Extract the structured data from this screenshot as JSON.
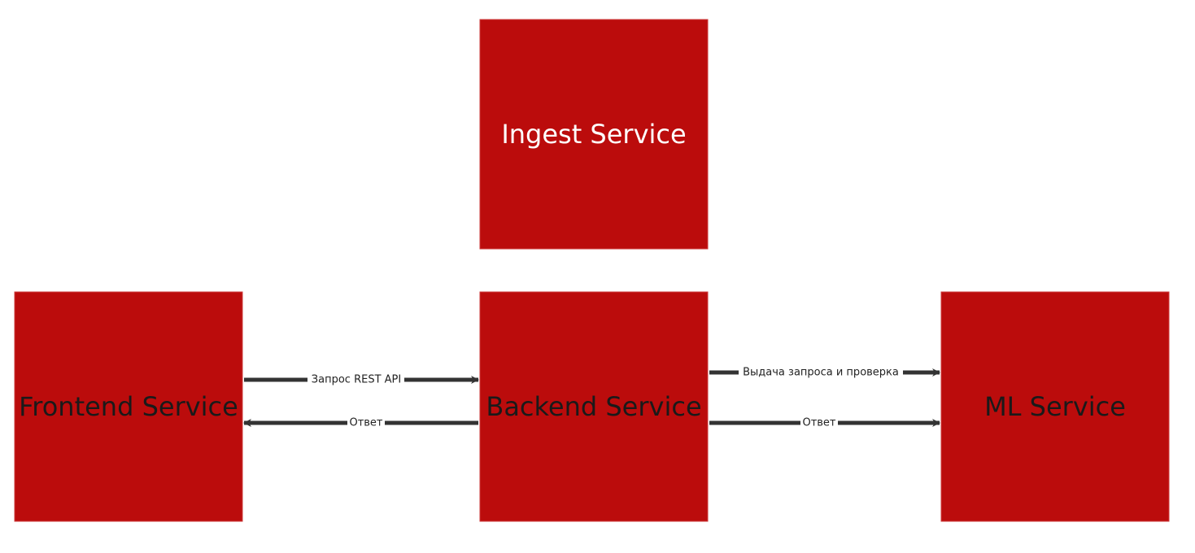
{
  "colors": {
    "node_fill": "#bb0c0c",
    "node_stroke": "#cc3a3a",
    "edge": "#333333",
    "label_dark": "#1a1a1a",
    "label_light": "#ffffff",
    "background": "#ffffff"
  },
  "nodes": {
    "ingest": {
      "label": "Ingest Service",
      "text_color": "light"
    },
    "frontend": {
      "label": "Frontend Service",
      "text_color": "dark"
    },
    "backend": {
      "label": "Backend Service",
      "text_color": "dark"
    },
    "ml": {
      "label": "ML Service",
      "text_color": "dark"
    }
  },
  "edges": {
    "frontend_to_backend": {
      "from": "Frontend Service",
      "to": "Backend Service",
      "label": "Запрос REST API"
    },
    "backend_to_frontend": {
      "from": "Backend Service",
      "to": "Frontend Service",
      "label": "Ответ"
    },
    "backend_to_ml_request": {
      "from": "Backend Service",
      "to": "ML Service",
      "label": "Выдача запроса и проверка"
    },
    "backend_to_ml_response": {
      "from": "Backend Service",
      "to": "ML Service",
      "label": "Ответ"
    }
  }
}
